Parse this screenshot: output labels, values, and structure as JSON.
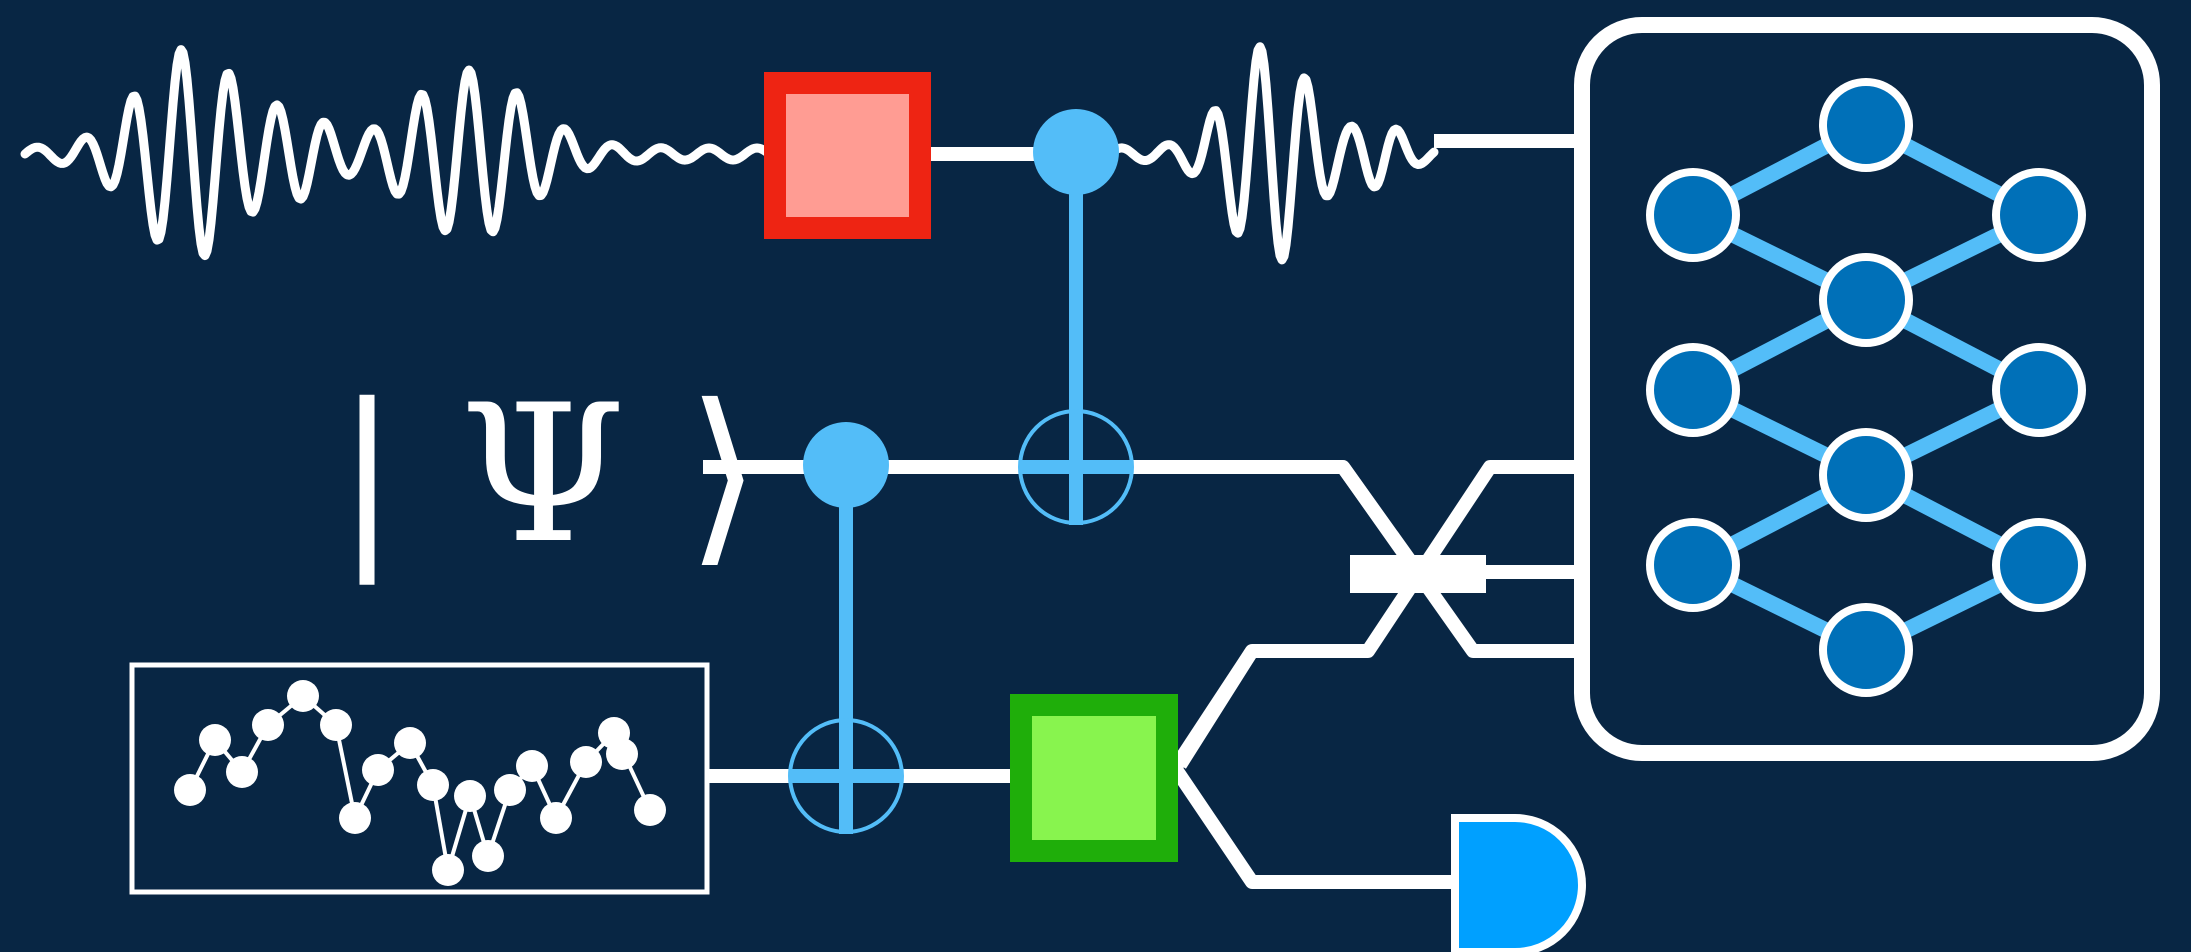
{
  "state_label": "| Ψ ⟩",
  "colors": {
    "background": "#082644",
    "wire": "#ffffff",
    "control": "#53bdf8",
    "red_gate_fill": "#ff9c93",
    "red_gate_border": "#ee2413",
    "green_gate_fill": "#88f44e",
    "green_gate_border": "#1fae0a",
    "nn_node": "#0070b8",
    "measurement": "#00a0ff"
  },
  "icons": [
    "waveform",
    "molecule-graph",
    "neural-network",
    "measurement-meter",
    "swap-gate",
    "cnot-gate"
  ]
}
